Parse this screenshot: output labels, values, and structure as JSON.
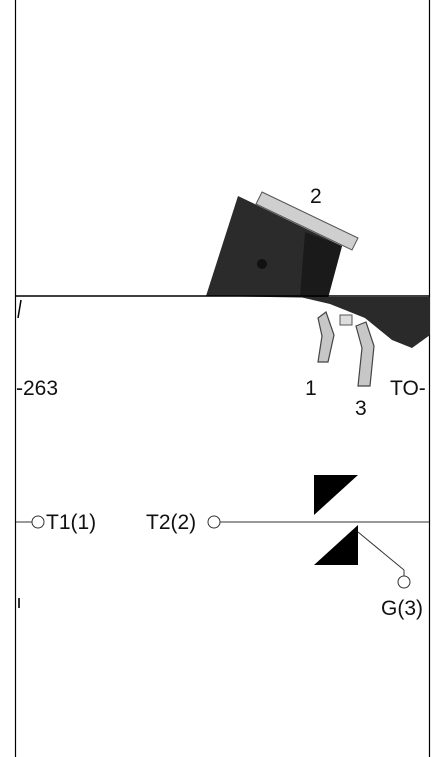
{
  "package": {
    "pin_labels": {
      "pin1": "1",
      "pin2": "2",
      "pin3": "3"
    },
    "name_left": "-263",
    "name_right": "TO-"
  },
  "schematic": {
    "terminal_t1": "T1(1)",
    "terminal_t2": "T2(2)",
    "terminal_gate": "G(3)"
  },
  "colors": {
    "body": "#2b2b2b",
    "tab": "#c8c8c8",
    "line": "#333333"
  }
}
